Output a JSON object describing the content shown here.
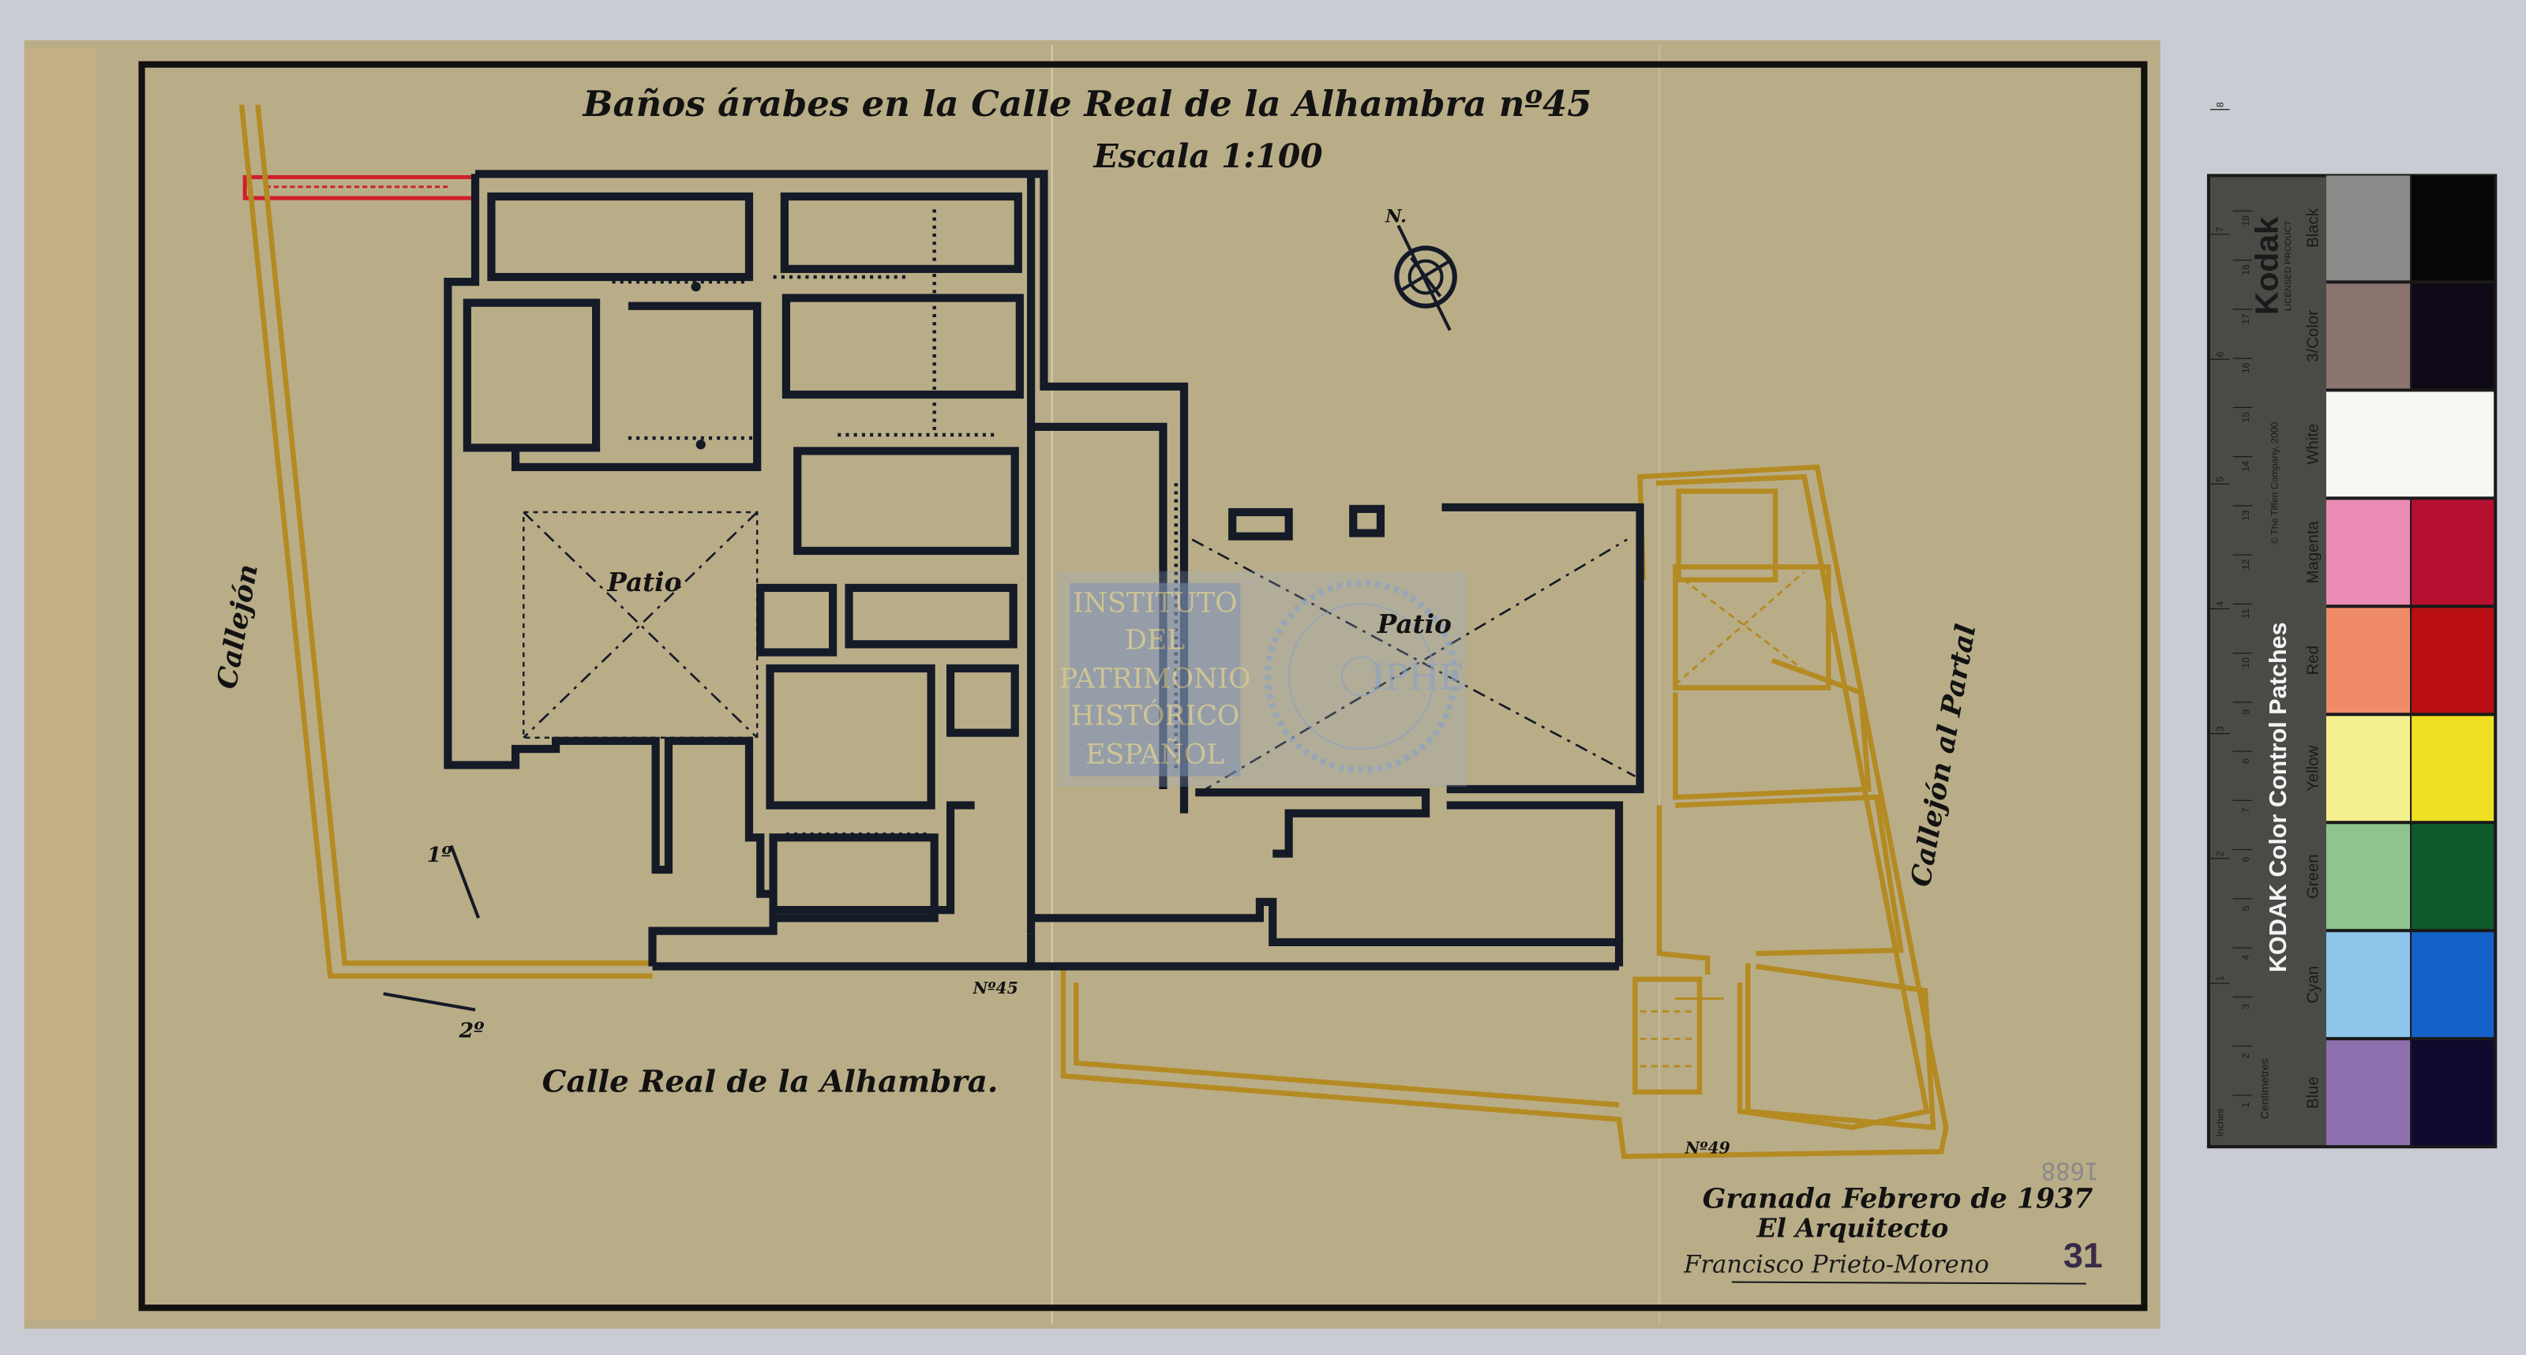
{
  "drawing": {
    "title": "Baños árabes en la Calle Real de la Alhambra nº45",
    "scale": "Escala 1:100",
    "north_label": "N.",
    "labels": {
      "patio_left": "Patio",
      "patio_right": "Patio",
      "callejon_left": "Callejón",
      "callejon_right": "Callejón al Partal",
      "street": "Calle Real de la Alhambra.",
      "no45": "Nº45",
      "no49": "Nº49",
      "view1": "1º",
      "view2": "2º"
    },
    "footer": {
      "place_date": "Granada Febrero de 1937",
      "role": "El Arquitecto",
      "signature": "Francisco Prieto-Moreno",
      "stamp_number": "1688",
      "sheet_number": "31"
    },
    "watermark": {
      "lines": [
        "INSTITUTO",
        "DEL",
        "PATRIMONIO",
        "HISTÓRICO",
        "ESPAÑOL"
      ],
      "logo": "IPHE"
    }
  },
  "kodak": {
    "title": "KODAK Color Control Patches",
    "copyright": "© The Tiffen Company, 2000",
    "brand": "Kodak",
    "licensed": "LICENSED PRODUCT",
    "centimetres_label": "Centimetres",
    "inches_label": "Inches",
    "cm_ticks": [
      "1",
      "2",
      "3",
      "4",
      "5",
      "6",
      "7",
      "8",
      "9",
      "10",
      "11",
      "12",
      "13",
      "14",
      "15",
      "16",
      "17",
      "18",
      "19"
    ],
    "inch_ticks": [
      "1",
      "2",
      "3",
      "4",
      "5",
      "6",
      "7",
      "8"
    ],
    "patches": [
      {
        "label": "Blue",
        "light": "#8d70ad",
        "dark": "#110a2e"
      },
      {
        "label": "Cyan",
        "light": "#8ec5ea",
        "dark": "#1462c8"
      },
      {
        "label": "Green",
        "light": "#8fc48e",
        "dark": "#0f5a2b"
      },
      {
        "label": "Yellow",
        "light": "#f5f08f",
        "dark": "#efdf22"
      },
      {
        "label": "Red",
        "light": "#ef8b69",
        "dark": "#b90f12"
      },
      {
        "label": "Magenta",
        "light": "#e98bb2",
        "dark": "#b70f30"
      },
      {
        "label": "White",
        "light": "#f6f6f3",
        "dark": "#f6f6f3"
      },
      {
        "label": "3/Color",
        "light": "#8b7470",
        "dark": "#100a18"
      },
      {
        "label": "Black",
        "light": "#8a8a88",
        "dark": "#060606"
      }
    ]
  },
  "colors": {
    "paper": "#b8ab86",
    "ink": "#141a26",
    "ochre": "#b48a22",
    "red": "#d0202a"
  }
}
